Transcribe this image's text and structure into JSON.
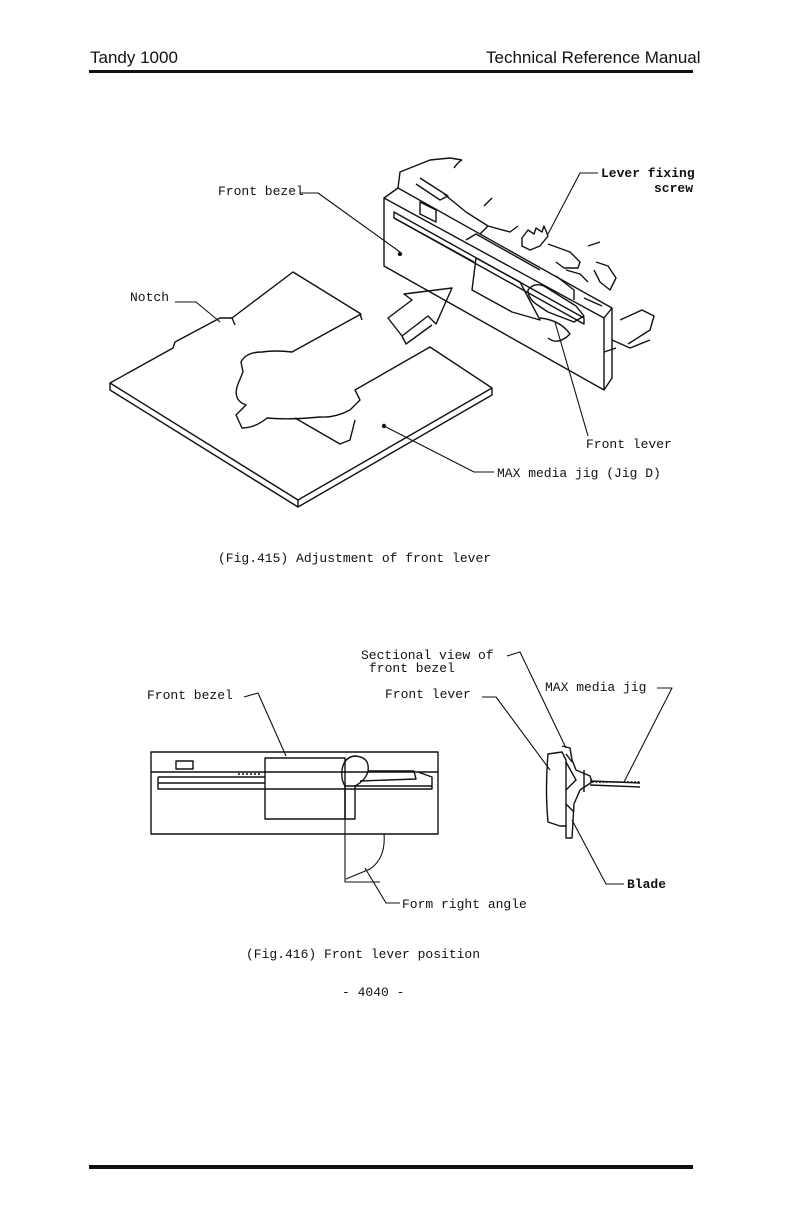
{
  "header": {
    "left": "Tandy 1000",
    "right": "Technical Reference Manual"
  },
  "fig415": {
    "labels": {
      "front_bezel": "Front bezel",
      "lever_fixing_1": "Lever fixing",
      "lever_fixing_2": "screw",
      "notch": "Notch",
      "front_lever": "Front lever",
      "max_jig": "MAX media jig (Jig D)"
    },
    "caption": "(Fig.415) Adjustment of front lever"
  },
  "fig416": {
    "labels": {
      "sectional_1": "Sectional view of",
      "sectional_2": "front bezel",
      "front_bezel": "Front bezel",
      "front_lever": "Front lever",
      "max_jig": "MAX media jig",
      "blade": "Blade",
      "right_angle": "Form right angle"
    },
    "caption": "(Fig.416) Front lever position"
  },
  "page_number": "- 4040 -"
}
